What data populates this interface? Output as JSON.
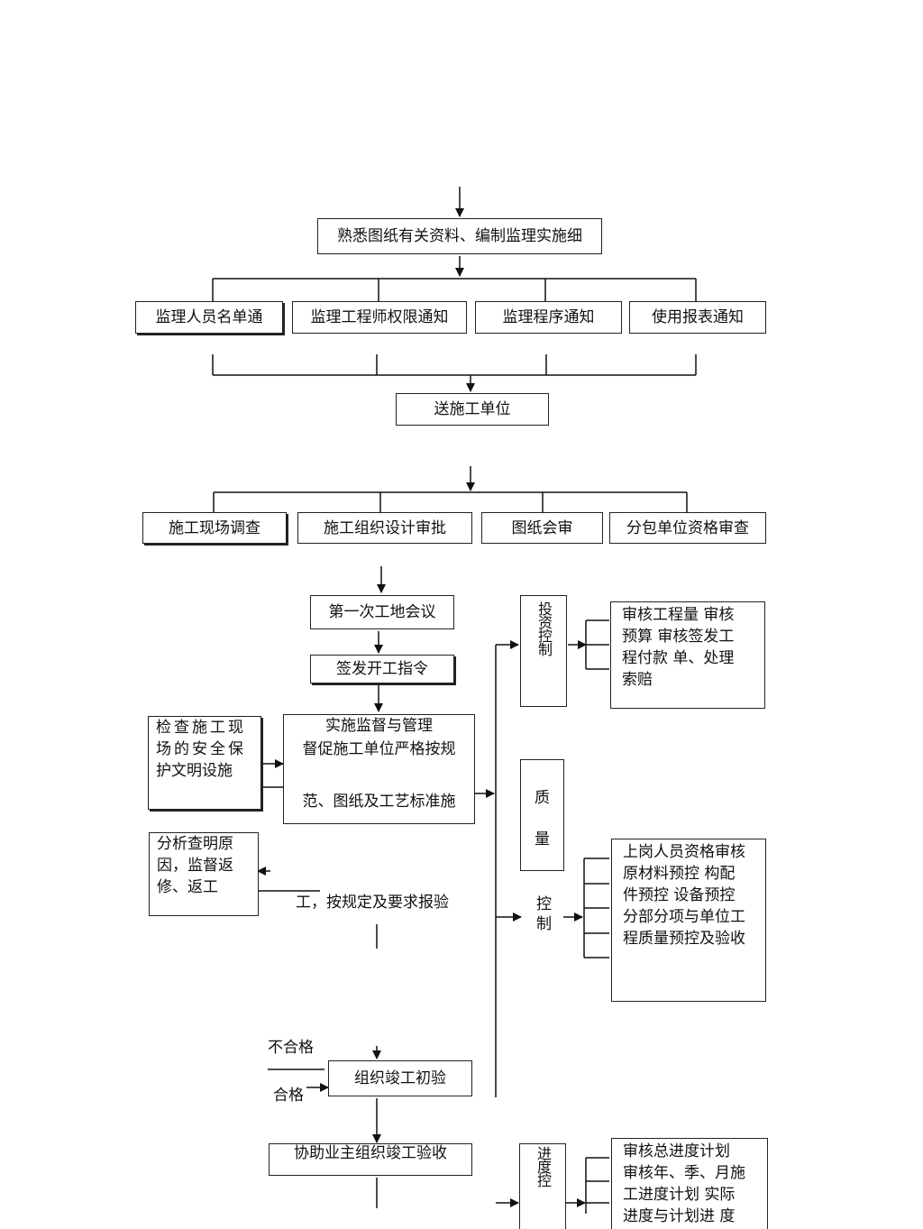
{
  "flow": {
    "top": {
      "prepare": "熟悉图纸有关资料、编制监理实施细",
      "notices": [
        "监理人员名单通",
        "监理工程师权限通知",
        "监理程序通知",
        "使用报表通知"
      ],
      "send": "送施工单位",
      "reviews": [
        "施工现场调查",
        "施工组织设计审批",
        "图纸会审",
        "分包单位资格审查"
      ]
    },
    "middle": {
      "first_meeting": "第一次工地会议",
      "start_order": "签发开工指令",
      "supervise_lines": [
        "实施监督与管理",
        "督促施工单位严格按规",
        "",
        "范、图纸及工艺标准施"
      ],
      "report_line": "工，按规定及要求报验",
      "safety_lines": [
        "检查施工现",
        "场的安全保",
        "护文明设施"
      ],
      "rework_lines": [
        "分析查明原",
        "因，监督返",
        "修、返工"
      ],
      "unqualified": "不合格",
      "qualified": "合格",
      "initial_accept": "组织竣工初验",
      "assist_accept": "协助业主组织竣工验收"
    },
    "controls": {
      "investment_label": "投资控制",
      "investment_lines": [
        "审核工程量 审核",
        "预算 审核签发工",
        "程付款 单、处理",
        "索赔"
      ],
      "quality_label_top": [
        "质",
        "量"
      ],
      "quality_label_bottom": [
        "控",
        "制"
      ],
      "quality_lines": [
        "上岗人员资格审核",
        "原材料预控 构配",
        "件预控 设备预控",
        "分部分项与单位工",
        "程质量预控及验收"
      ],
      "schedule_label": "进度控",
      "schedule_lines": [
        "审核总进度计划",
        "审核年、季、月施",
        "工进度计划 实际",
        "进度与计划进 度"
      ]
    }
  }
}
